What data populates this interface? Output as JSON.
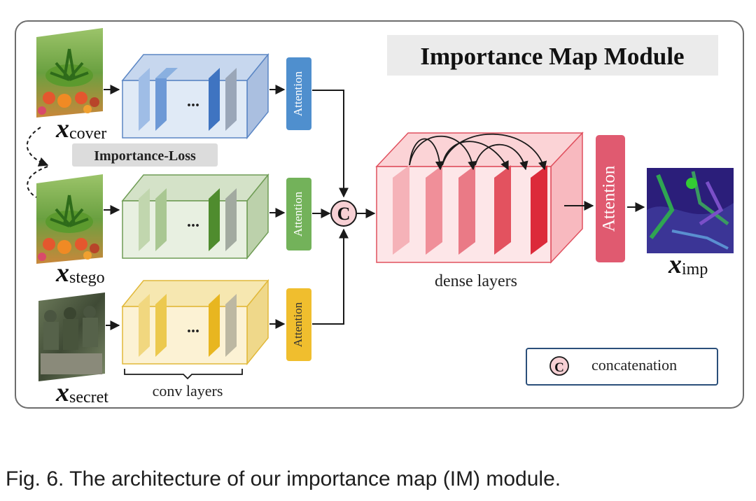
{
  "figure": {
    "title": "Importance Map Module",
    "inputs": {
      "cover": {
        "var": "x",
        "sub": "cover"
      },
      "stego": {
        "var": "x",
        "sub": "stego"
      },
      "secret": {
        "var": "x",
        "sub": "secret"
      }
    },
    "importance_loss": "Importance-Loss",
    "attention": "Attention",
    "ellipsis": "...",
    "concat_symbol": "C",
    "dense_label": "dense layers",
    "conv_label": "conv layers",
    "output": {
      "var": "x",
      "sub": "imp"
    },
    "legend_label": "concatenation",
    "colors": {
      "blue": "#4f7fc3",
      "green": "#6f9c55",
      "yellow": "#e9be2f",
      "red": "#e0505e"
    }
  },
  "caption": "Fig. 6. The architecture of our importance map (IM) module."
}
